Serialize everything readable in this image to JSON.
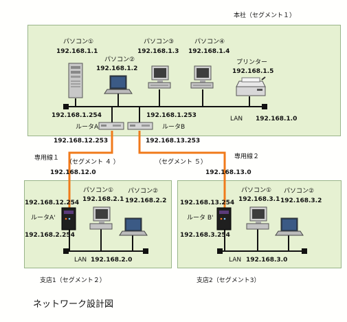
{
  "hq": {
    "title": "本社（セグメント１）",
    "pcs": [
      {
        "label": "パソコン①",
        "ip": "192.168.1.1"
      },
      {
        "label": "パソコン②",
        "ip": "192.168.1.2"
      },
      {
        "label": "パソコン③",
        "ip": "192.168.1.3"
      },
      {
        "label": "パソコン④",
        "ip": "192.168.1.4"
      }
    ],
    "printer": {
      "label": "プリンター",
      "ip": "192.168.1.5"
    },
    "router_a": {
      "label": "ルータA",
      "ip": "192.168.1.254"
    },
    "router_b": {
      "label": "ルータB",
      "ip": "192.168.1.253"
    },
    "lan": {
      "label": "LAN",
      "network": "192.168.1.0"
    }
  },
  "wan": {
    "line1": {
      "label": "専用線１",
      "segment": "（セグメント ４ ）",
      "network": "192.168.12.0",
      "router_ip": "192.168.12.253"
    },
    "line2": {
      "label": "専用線２",
      "segment": "（セグメント ５）",
      "network": "192.168.13.0",
      "router_ip": "192.168.13.253"
    }
  },
  "branch1": {
    "title": "支店1（セグメント２）",
    "router": {
      "label": "ルータA'",
      "wan_ip": "192.168.12.254",
      "lan_ip": "192.168.2.254"
    },
    "pcs": [
      {
        "label": "パソコン①",
        "ip": "192.168.2.1"
      },
      {
        "label": "パソコン②",
        "ip": "192.168.2.2"
      }
    ],
    "lan": {
      "label": "LAN",
      "network": "192.168.2.0"
    }
  },
  "branch2": {
    "title": "支店2（セグメント3）",
    "router": {
      "label": "ルータ B'",
      "wan_ip": "192.168.13.254",
      "lan_ip": "192.168.3.254"
    },
    "pcs": [
      {
        "label": "パソコン①",
        "ip": "192.168.3.1"
      },
      {
        "label": "パソコン②",
        "ip": "192.168.3.2"
      }
    ],
    "lan": {
      "label": "LAN",
      "network": "192.168.3.0"
    }
  },
  "diagram_title": "ネットワーク設計図",
  "colors": {
    "segment_fill": "#e6f1d2",
    "leased_line": "#f07a1a",
    "lan_line": "#111111"
  }
}
